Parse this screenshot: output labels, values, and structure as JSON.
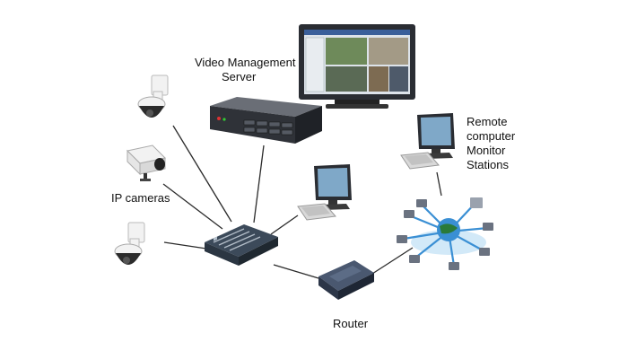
{
  "labels": {
    "server": [
      "Video Management",
      "Server"
    ],
    "ip_cameras": "IP cameras",
    "remote": [
      "Remote",
      "computer",
      "Monitor",
      "Stations"
    ],
    "router": "Router"
  },
  "colors": {
    "link": "#2b2b2b",
    "device_dark": "#2a2d33",
    "camera_body": "#f2f2f2",
    "switch_body": "#3c4a5a",
    "router_body": "#4a5870",
    "network_blue": "#3a8fd4",
    "screen_glare": "#7fa8c8"
  },
  "icons": {
    "camera": "dome-camera-icon",
    "box_camera": "box-camera-icon",
    "server": "rack-server-icon",
    "monitor": "surveillance-monitor-icon",
    "switch": "network-switch-icon",
    "router": "router-icon",
    "workstation": "desktop-computer-icon",
    "network": "network-cloud-icon"
  }
}
